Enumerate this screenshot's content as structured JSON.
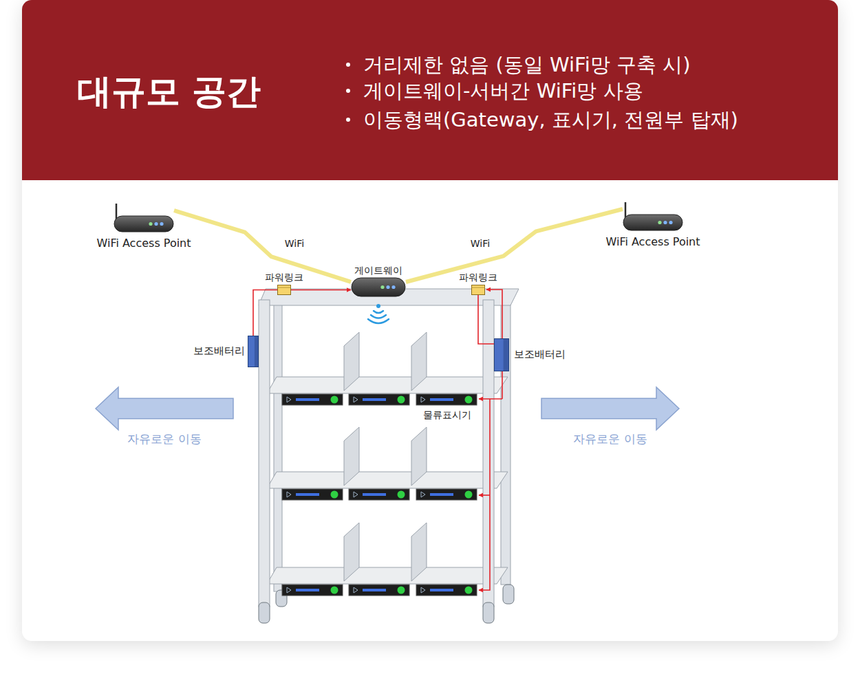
{
  "diagram": {
    "title": "대규모 공간",
    "nodes": [
      {
        "text": [
          "WiFi Access Point"
        ]
      },
      {
        "text": [
          "WiFi Access Point"
        ]
      },
      {
        "text": [
          "게이트웨이"
        ]
      },
      {
        "text": [
          "파워링크"
        ]
      },
      {
        "text": [
          "파워링크"
        ]
      },
      {
        "text": [
          "보조배터리"
        ]
      },
      {
        "text": [
          "보조배터리"
        ]
      },
      {
        "text": [
          "자유로운 이동"
        ]
      },
      {
        "text": [
          "자유로운 이동"
        ]
      }
    ],
    "edges": [
      {
        "from": 0,
        "to": 2,
        "label": "WiFi",
        "arrow": "none"
      },
      {
        "from": 1,
        "to": 2,
        "label": "WiFi",
        "arrow": "none"
      },
      {
        "from": 5,
        "to": 3,
        "arrow": "none"
      },
      {
        "from": 3,
        "to": 2,
        "arrow": "to"
      },
      {
        "from": 6,
        "to": 4,
        "arrow": "none"
      }
    ],
    "labels": [
      "거리제한 없음 (동일 WiFi망 구축 시)",
      "게이트웨이-서버간 WiFi망 사용",
      "이동형랙(Gateway, 표시기, 전원부 탑재)",
      "물류표시기"
    ]
  }
}
